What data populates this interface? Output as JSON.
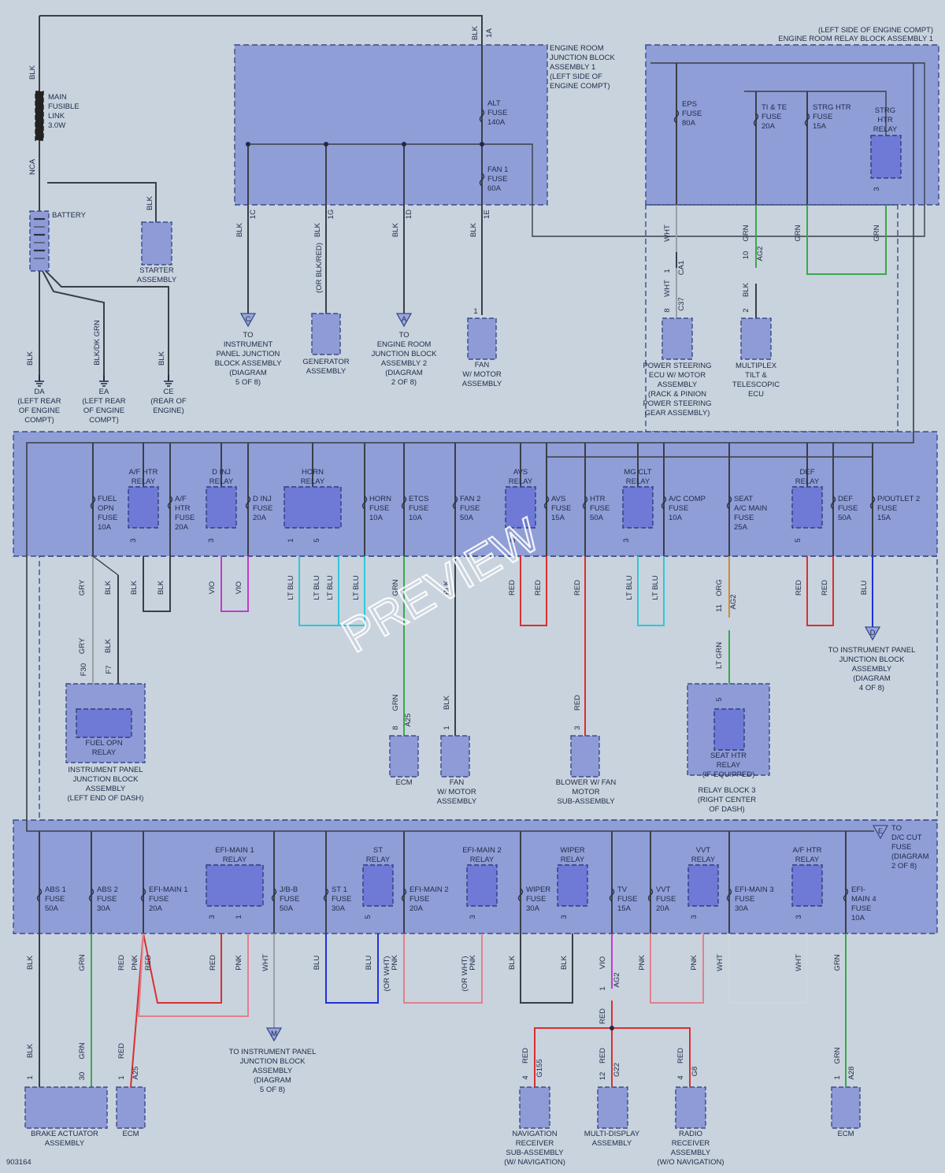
{
  "top_labels": {
    "left_engine_compt": "(LEFT SIDE OF ENGINE COMPT)",
    "relay_block_title": "ENGINE ROOM RELAY BLOCK ASSEMBLY 1",
    "junction_block_title": [
      "ENGINE ROOM",
      "JUNCTION BLOCK",
      "ASSEMBLY 1",
      "(LEFT SIDE OF",
      "ENGINE COMPT)"
    ]
  },
  "battery_area": {
    "main_fusible_link": [
      "MAIN",
      "FUSIBLE",
      "LINK",
      "3.0W"
    ],
    "battery": "BATTERY",
    "starter": [
      "STARTER",
      "ASSEMBLY"
    ],
    "wire_blk": "BLK",
    "wire_nca": "NCA",
    "wire_blk_dkgrn": "BLK/DK GRN",
    "grounds": [
      {
        "code": "DA",
        "desc": [
          "(LEFT REAR",
          "OF ENGINE",
          "COMPT)"
        ]
      },
      {
        "code": "EA",
        "desc": [
          "(LEFT REAR",
          "OF ENGINE",
          "COMPT)"
        ]
      },
      {
        "code": "CE",
        "desc": [
          "(REAR OF",
          "ENGINE)"
        ]
      }
    ]
  },
  "junction_block": {
    "alt_fuse": [
      "ALT",
      "FUSE",
      "140A"
    ],
    "fan1_fuse": [
      "FAN 1",
      "FUSE",
      "60A"
    ],
    "pin_1a": "1A",
    "outputs": [
      {
        "pin": "1C",
        "wire": "BLK"
      },
      {
        "pin": "1G",
        "wire": "BLK"
      },
      {
        "pin": "1D",
        "wire": "BLK"
      },
      {
        "pin": "1E",
        "wire": "BLK"
      }
    ],
    "or_blk_red": "(OR BLK/RED)",
    "refs": [
      {
        "letter": "C",
        "text": [
          "TO",
          "INSTRUMENT",
          "PANEL JUNCTION",
          "BLOCK ASSEMBLY",
          "(DIAGRAM",
          "5 OF 8)"
        ]
      },
      {
        "letter": "A",
        "text": [
          "TO",
          "ENGINE ROOM",
          "JUNCTION BLOCK",
          "ASSEMBLY 2",
          "(DIAGRAM",
          "2 OF 8)"
        ]
      }
    ],
    "generator": [
      "GENERATOR",
      "ASSEMBLY"
    ],
    "fan_motor": [
      "FAN",
      "W/ MOTOR",
      "ASSEMBLY"
    ],
    "pin1": "1"
  },
  "relay_block_top": {
    "eps_fuse": [
      "EPS",
      "FUSE",
      "80A"
    ],
    "tite_fuse": [
      "TI & TE",
      "FUSE",
      "20A"
    ],
    "strg_htr_fuse": [
      "STRG HTR",
      "FUSE",
      "15A"
    ],
    "strg_htr_relay": [
      "STRG",
      "HTR",
      "RELAY"
    ],
    "wht": "WHT",
    "grn": "GRN",
    "blk": "BLK",
    "ca1": "CA1",
    "c37": "C37",
    "ag2": "AG2",
    "pins": {
      "p1": "1",
      "p8": "8",
      "p10": "10",
      "p2": "2",
      "p3": "3"
    },
    "power_steering": [
      "POWER STEERING",
      "ECU W/ MOTOR",
      "ASSEMBLY",
      "(RACK & PINION",
      "POWER STEERING",
      "GEAR ASSEMBLY)"
    ],
    "multiplex": [
      "MULTIPLEX",
      "TILT &",
      "TELESCOPIC",
      "ECU"
    ]
  },
  "middle_block": {
    "items": [
      {
        "name": [
          "FUEL",
          "OPN",
          "FUSE",
          "10A"
        ]
      },
      {
        "name": [
          "A/F HTR",
          "RELAY"
        ]
      },
      {
        "name": [
          "A/F",
          "HTR",
          "FUSE",
          "20A"
        ]
      },
      {
        "name": [
          "D INJ",
          "RELAY"
        ]
      },
      {
        "name": [
          "D INJ",
          "FUSE",
          "20A"
        ]
      },
      {
        "name": [
          "HORN",
          "RELAY"
        ]
      },
      {
        "name": [
          "HORN",
          "FUSE",
          "10A"
        ]
      },
      {
        "name": [
          "ETCS",
          "FUSE",
          "10A"
        ]
      },
      {
        "name": [
          "FAN 2",
          "FUSE",
          "50A"
        ]
      },
      {
        "name": [
          "AVS",
          "RELAY"
        ]
      },
      {
        "name": [
          "AVS",
          "FUSE",
          "15A"
        ]
      },
      {
        "name": [
          "HTR",
          "FUSE",
          "50A"
        ]
      },
      {
        "name": [
          "MG CLT",
          "RELAY"
        ]
      },
      {
        "name": [
          "A/C COMP",
          "FUSE",
          "10A"
        ]
      },
      {
        "name": [
          "SEAT",
          "A/C MAIN",
          "FUSE",
          "25A"
        ]
      },
      {
        "name": [
          "DEF",
          "RELAY"
        ]
      },
      {
        "name": [
          "DEF",
          "FUSE",
          "50A"
        ]
      },
      {
        "name": [
          "P/OUTLET 2",
          "FUSE",
          "15A"
        ]
      }
    ],
    "wires": [
      "GRY",
      "BLK",
      "BLK",
      "BLK",
      "VIO",
      "VIO",
      "LT BLU",
      "LT BLU",
      "LT BLU",
      "LT BLU",
      "GRN",
      "BLK",
      "RED",
      "RED",
      "RED",
      "LT BLU",
      "LT BLU",
      "ORG",
      "RED",
      "RED",
      "BLU"
    ],
    "f30": "F30",
    "f7": "F7",
    "a25": "A25",
    "ag2": "AG2",
    "lt_grn": "LT GRN",
    "pins": {
      "p3": "3",
      "p1": "1",
      "p5": "5",
      "p8": "8",
      "p11": "11"
    },
    "fuel_opn_relay": [
      "FUEL OPN",
      "RELAY"
    ],
    "ip_junction": [
      "INSTRUMENT PANEL",
      "JUNCTION BLOCK",
      "ASSEMBLY",
      "(LEFT END OF DASH)"
    ],
    "ecm": "ECM",
    "fan_motor": [
      "FAN",
      "W/ MOTOR",
      "ASSEMBLY"
    ],
    "blower": [
      "BLOWER W/ FAN",
      "MOTOR",
      "SUB-ASSEMBLY"
    ],
    "seat_htr_relay": [
      "SEAT HTR",
      "RELAY",
      "(IF EQUIPPED)"
    ],
    "relay_block3": [
      "RELAY BLOCK 3",
      "(RIGHT CENTER",
      "OF DASH)"
    ],
    "ref_d": {
      "letter": "D",
      "text": [
        "TO INSTRUMENT PANEL",
        "JUNCTION BLOCK",
        "ASSEMBLY",
        "(DIAGRAM",
        "4 OF 8)"
      ]
    }
  },
  "bottom_block": {
    "ref_e": {
      "letter": "E",
      "text": [
        "TO",
        "D/C CUT",
        "FUSE",
        "(DIAGRAM",
        "2 OF 8)"
      ]
    },
    "items": [
      {
        "name": [
          "ABS 1",
          "FUSE",
          "50A"
        ]
      },
      {
        "name": [
          "ABS 2",
          "FUSE",
          "30A"
        ]
      },
      {
        "name": [
          "EFI-MAIN 1",
          "FUSE",
          "20A"
        ]
      },
      {
        "name": [
          "EFI-MAIN 1",
          "RELAY"
        ]
      },
      {
        "name": [
          "J/B-B",
          "FUSE",
          "50A"
        ]
      },
      {
        "name": [
          "ST 1",
          "FUSE",
          "30A"
        ]
      },
      {
        "name": [
          "ST",
          "RELAY"
        ]
      },
      {
        "name": [
          "EFI-MAIN 2",
          "FUSE",
          "20A"
        ]
      },
      {
        "name": [
          "EFI-MAIN 2",
          "RELAY"
        ]
      },
      {
        "name": [
          "WIPER",
          "FUSE",
          "30A"
        ]
      },
      {
        "name": [
          "WIPER",
          "RELAY"
        ]
      },
      {
        "name": [
          "TV",
          "FUSE",
          "15A"
        ]
      },
      {
        "name": [
          "VVT",
          "FUSE",
          "20A"
        ]
      },
      {
        "name": [
          "VVT",
          "RELAY"
        ]
      },
      {
        "name": [
          "EFI-MAIN 3",
          "FUSE",
          "30A"
        ]
      },
      {
        "name": [
          "A/F HTR",
          "RELAY"
        ]
      },
      {
        "name": [
          "EFI-",
          "MAIN 4",
          "FUSE",
          "10A"
        ]
      }
    ],
    "wires": [
      "BLK",
      "GRN",
      "RED",
      "PNK",
      "RED",
      "RED",
      "PNK",
      "WHT",
      "BLU",
      "BLU",
      "PNK",
      "PNK",
      "BLK",
      "BLK",
      "VIO",
      "PNK",
      "PNK",
      "WHT",
      "WHT",
      "GRN"
    ],
    "or_wht_1": "(OR WHT)",
    "or_wht_2": "(OR WHT)",
    "ref_m": {
      "letter": "M",
      "text": [
        "TO INSTRUMENT PANEL",
        "JUNCTION BLOCK",
        "ASSEMBLY",
        "(DIAGRAM",
        "5 OF 8)"
      ]
    },
    "ag2": "AG2",
    "pins": {
      "p1": "1",
      "p3": "3",
      "p5": "5",
      "p30": "30",
      "p4": "4",
      "p12": "12"
    },
    "lower_wires": {
      "blk": "BLK",
      "grn": "GRN",
      "red": "RED"
    },
    "conn": {
      "a25": "A25",
      "g155": "G155",
      "g22": "G22",
      "g8": "G8",
      "a28": "A28"
    },
    "brake": [
      "BRAKE ACTUATOR",
      "ASSEMBLY"
    ],
    "ecm": "ECM",
    "navigation": [
      "NAVIGATION",
      "RECEIVER",
      "SUB-ASSEMBLY",
      "(W/ NAVIGATION)"
    ],
    "multidisplay": [
      "MULTI-DISPLAY",
      "ASSEMBLY"
    ],
    "radio": [
      "RADIO",
      "RECEIVER",
      "ASSEMBLY",
      "(W/O NAVIGATION)"
    ]
  },
  "footer_code": "903164",
  "watermark": "PREVIEW",
  "colors": {
    "background": "#c9d3dd",
    "block_fill": "#8f9ed6",
    "relay_fill": "#6f79d6",
    "wire_black": "#3a3f47",
    "wire_gray": "#9aa0a6",
    "wire_violet": "#c03ad0",
    "wire_ltblu": "#2ec8d8",
    "wire_green": "#3aa84a",
    "wire_red": "#d83030",
    "wire_orange": "#d08a30",
    "wire_blue": "#2030d8",
    "wire_pink": "#e08090"
  }
}
